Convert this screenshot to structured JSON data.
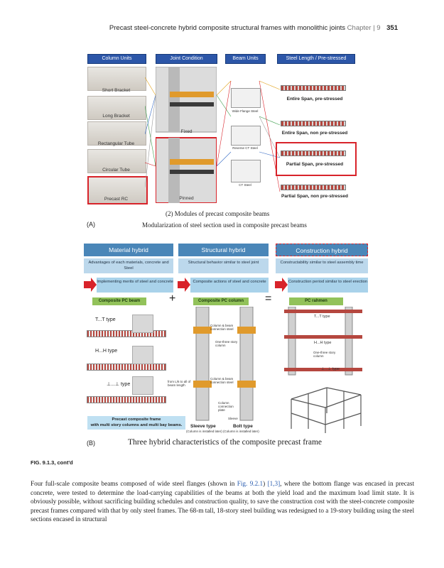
{
  "running_header": {
    "title": "Precast steel-concrete hybrid composite structural frames with monolithic joints",
    "chapter": "Chapter | 9",
    "page": "351"
  },
  "panel_a": {
    "headers": [
      "Column Units",
      "Joint Condition",
      "Beam Units",
      "Steel Length / Pre-stressed"
    ],
    "column_units": [
      "Short Bracket",
      "Long Bracket",
      "Rectangular Tube",
      "Circular Tube",
      "Precast RC"
    ],
    "joint_conditions": [
      "Fixed",
      "Pinned"
    ],
    "beam_units": [
      "Wide Flange Steel",
      "Reverse CT Steel",
      "CT Steel"
    ],
    "steel_options": [
      "Entire Span, pre-stressed",
      "Entire Span, non pre-stressed",
      "Partial Span, pre-stressed",
      "Partial Span, non pre-stressed"
    ],
    "subcaption": "(2) Modules of precast composite beams",
    "label": "(A)",
    "caption": "Modularization of steel section used in composite precast beams"
  },
  "panel_b": {
    "columns": [
      {
        "title": "Material hybrid",
        "row1": "Advantages of each materials, concrete and Steel",
        "row2": "Implementing merits of steel and concrete"
      },
      {
        "title": "Structural hybrid",
        "row1": "Structural behavior similar to steel joint",
        "row2": "Composite actions of steel and concrete"
      },
      {
        "title": "Construction hybrid",
        "row1": "Constructability similar to steel assembly time",
        "row2": "Construction period similar to steel erection"
      }
    ],
    "tags": [
      "Composite PC beam",
      "Composite PC column",
      "PC rahmen"
    ],
    "plus": "+",
    "equals": "=",
    "beam_types": [
      "T...T type",
      "H...H type",
      "⊥...⊥ type"
    ],
    "beam_note": "from L/6 to all of beam length",
    "column_notes": [
      "Column & beam connection steel",
      "One-three story column",
      "Column & beam connection steel",
      "Column connection plate",
      "Sleeve"
    ],
    "rahmen_types": [
      "T...T type",
      "H...H type",
      "One-three story column",
      "⊥...⊥ type"
    ],
    "frame_note_line1": "Precast composite frame",
    "frame_note_line2": "with multi story columns and multi bay beams.",
    "sleeve_type": "Sleeve type",
    "bolt_type": "Bolt type",
    "install_note": "(Column is installed later) (Column is installed later)",
    "label": "(B)",
    "caption": "Three hybrid characteristics of the composite precast frame"
  },
  "figure_label": "FIG. 9.1.3, cont'd",
  "body": {
    "p1": "Four full-scale composite beams composed of wide steel flanges (shown in ",
    "ref1": "Fig. 9.2.1",
    "p2": ") ",
    "ref2": "[1,3]",
    "p3": ", where the bottom flange was encased in precast concrete, were tested to determine the load-carrying capabilities of the beams at both the yield load and the maximum load limit state. It is obviously possible, without sacrificing building schedules and construction quality, to save the construction cost with the steel-concrete composite precast frames compared with that by only steel frames. The 68-m tall, 18-story steel building was redesigned to a 19-story building using the steel sections encased in structural"
  },
  "colors": {
    "header_blue": "#2c56a8",
    "red_frame": "#d8232a",
    "hybrid_blue": "#4a86b8",
    "tag_green": "#92c25a"
  }
}
